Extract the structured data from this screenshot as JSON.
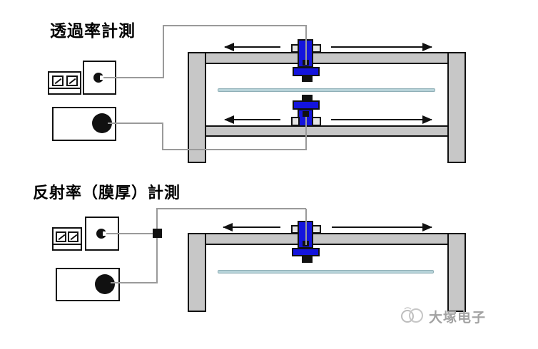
{
  "diagram": {
    "sections": [
      {
        "id": "transmittance",
        "title": "透過率計測"
      },
      {
        "id": "reflectance",
        "title": "反射率（膜厚）計測"
      }
    ],
    "watermark": {
      "text": "大塚电子"
    },
    "colors": {
      "sensor-blue": "#1414dd",
      "frame-gray": "#c7c7c7",
      "clamp-gray": "#e6e6e6",
      "glass-blue": "#b7d3d9",
      "glass-edge": "#8fafb6",
      "cable-gray": "#9a9a9a",
      "ink-black": "#111111",
      "watermark-gray": "#a2a2a2"
    }
  }
}
